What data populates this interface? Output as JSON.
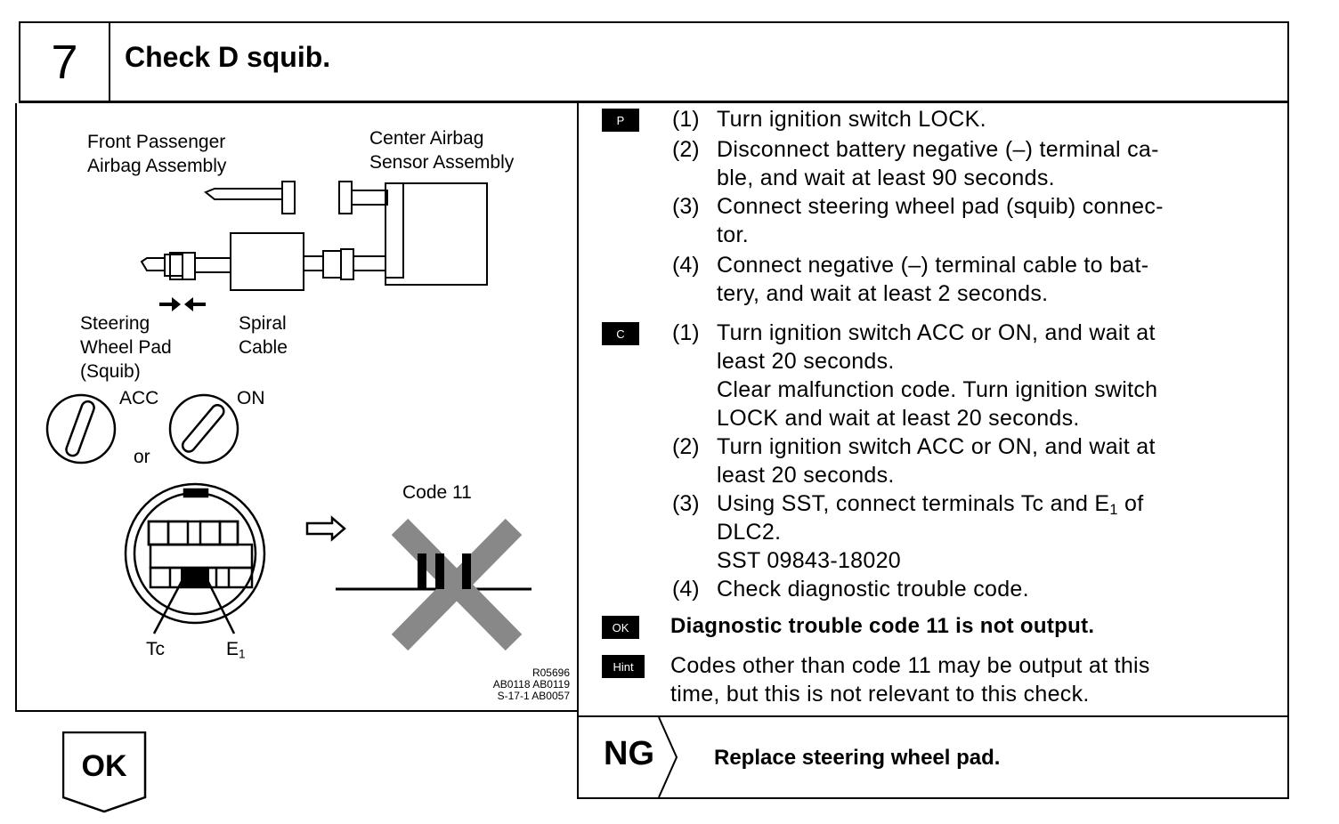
{
  "step": {
    "number": "7",
    "title": "Check D squib."
  },
  "figure": {
    "front_passenger_label_1": "Front Passenger",
    "front_passenger_label_2": "Airbag Assembly",
    "center_airbag_label_1": "Center Airbag",
    "center_airbag_label_2": "Sensor Assembly",
    "steering_label_1": "Steering",
    "steering_label_2": "Wheel Pad",
    "steering_label_3": "(Squib)",
    "spiral_label_1": "Spiral",
    "spiral_label_2": "Cable",
    "acc_label": "ACC",
    "on_label": "ON",
    "or_label": "or",
    "code_label": "Code 11",
    "tc_label": "Tc",
    "e1_label": "E",
    "e1_sub": "1",
    "ref_1": "R05696",
    "ref_2": "AB0118 AB0119",
    "ref_3": "S-17-1 AB0057"
  },
  "prep": {
    "tag": "P",
    "items": [
      {
        "num": "(1)",
        "lines": [
          "Turn ignition switch LOCK."
        ]
      },
      {
        "num": "(2)",
        "lines": [
          "Disconnect battery negative (–) terminal ca-",
          "ble, and wait at least 90 seconds."
        ]
      },
      {
        "num": "(3)",
        "lines": [
          "Connect steering wheel pad (squib) connec-",
          "tor."
        ]
      },
      {
        "num": "(4)",
        "lines": [
          "Connect negative (–) terminal cable to bat-",
          "tery, and wait at least 2 seconds."
        ]
      }
    ]
  },
  "check": {
    "tag": "C",
    "items": [
      {
        "num": "(1)",
        "lines": [
          "Turn ignition switch ACC or ON, and wait at",
          "least 20 seconds.",
          "Clear malfunction code. Turn ignition switch",
          "LOCK and wait at least 20 seconds."
        ]
      },
      {
        "num": "(2)",
        "lines": [
          "Turn ignition switch ACC or ON, and wait at",
          "least 20 seconds."
        ]
      },
      {
        "num": "(3)",
        "lines": [
          "Using SST, connect terminals Tc and E",
          "DLC2.",
          "SST  09843-18020"
        ],
        "e_sub": "1",
        "e_tail": " of"
      },
      {
        "num": "(4)",
        "lines": [
          "Check diagnostic trouble code."
        ]
      }
    ]
  },
  "ok_result": {
    "tag": "OK",
    "text": "Diagnostic trouble code 11 is not output."
  },
  "hint": {
    "tag": "Hint",
    "lines": [
      "Codes other than code 11 may be output at this",
      "time, but this is not relevant to this check."
    ]
  },
  "ok_branch": {
    "label": "OK"
  },
  "ng_branch": {
    "label": "NG",
    "text": "Replace steering wheel pad."
  }
}
